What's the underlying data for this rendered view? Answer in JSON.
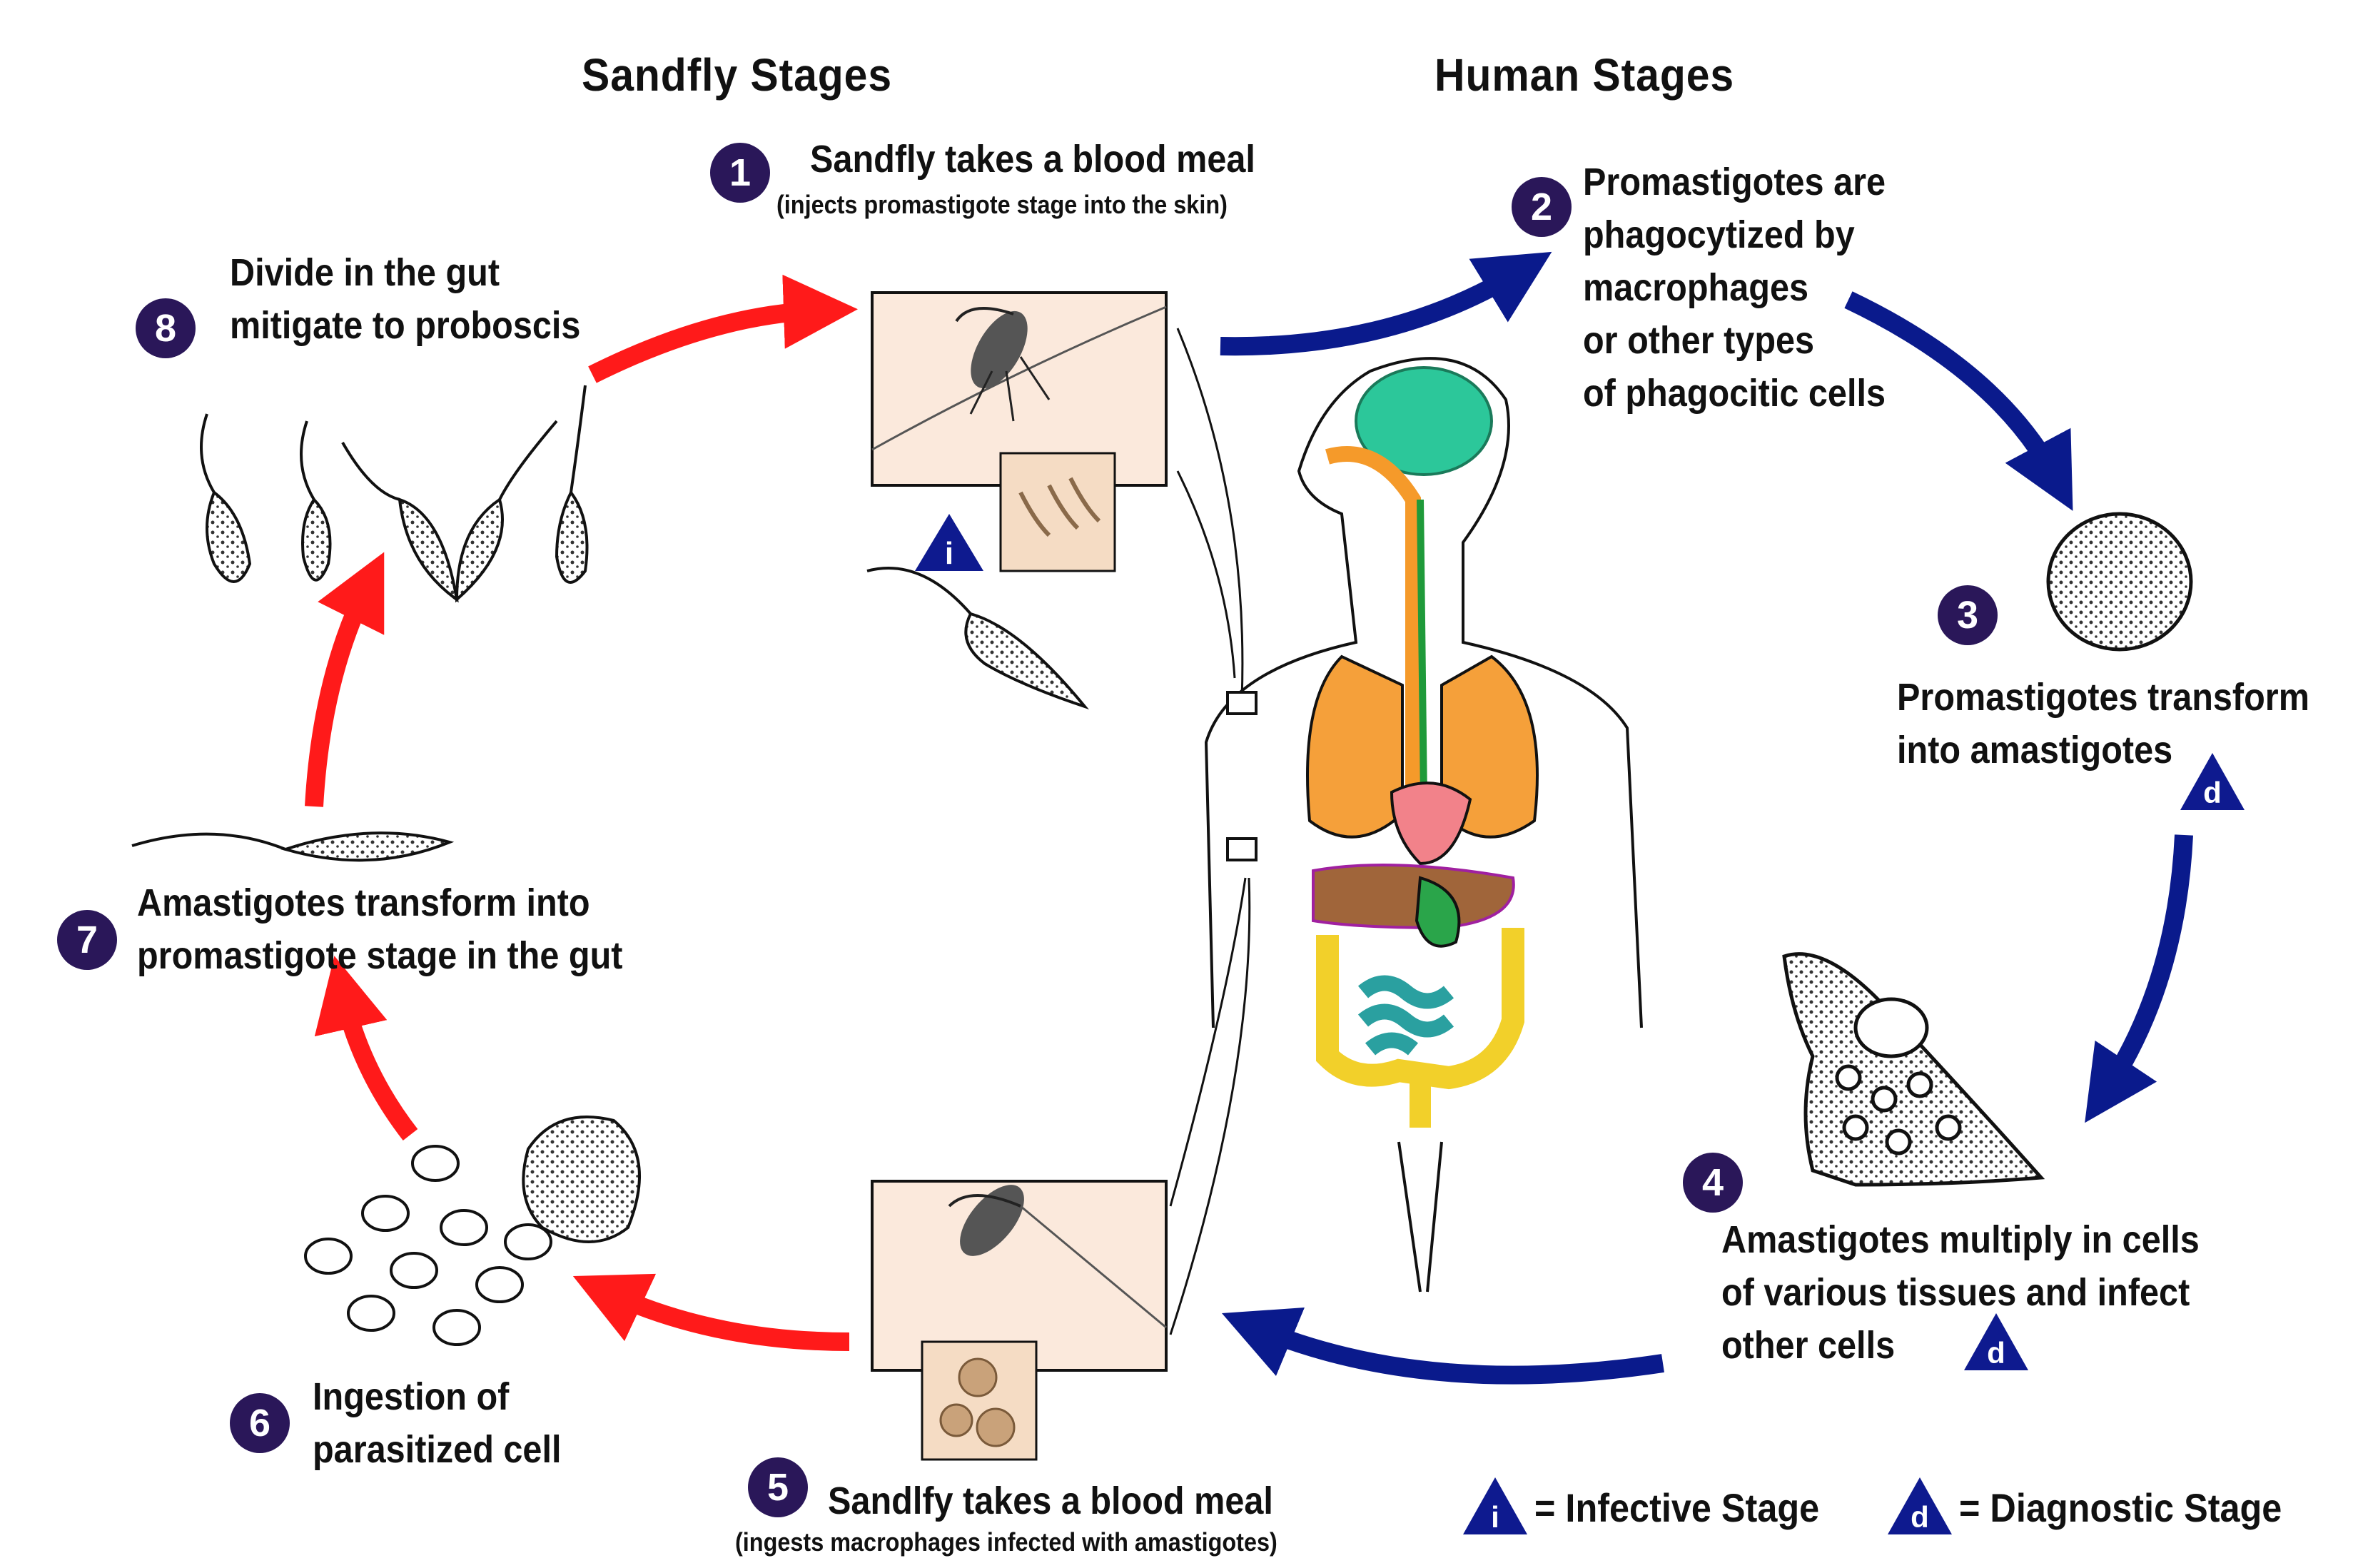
{
  "headers": {
    "sandfly": "Sandfly Stages",
    "human": "Human Stages"
  },
  "steps": [
    {
      "num": "1",
      "text": "Sandfly takes a blood meal",
      "sub": "(injects promastigote stage into the skin)"
    },
    {
      "num": "2",
      "lines": [
        "Promastigotes are",
        "phagocytized by",
        "macrophages",
        "or other types",
        "of phagocitic cells"
      ]
    },
    {
      "num": "3",
      "lines": [
        "Promastigotes transform",
        "into amastigotes"
      ]
    },
    {
      "num": "4",
      "lines": [
        "Amastigotes multiply in cells",
        "of various tissues and infect",
        "other cells"
      ]
    },
    {
      "num": "5",
      "text": "Sandlfy takes a blood meal",
      "sub": "(ingests macrophages infected with amastigotes)"
    },
    {
      "num": "6",
      "lines": [
        "Ingestion of",
        "parasitized cell"
      ]
    },
    {
      "num": "7",
      "lines": [
        "Amastigotes transform into",
        "promastigote stage in the gut"
      ]
    },
    {
      "num": "8",
      "lines": [
        "Divide in the gut",
        "mitigate to proboscis"
      ]
    }
  ],
  "legend": {
    "infective_symbol": "i",
    "infective_label": "= Infective Stage",
    "diagnostic_symbol": "d",
    "diagnostic_label": "= Diagnostic Stage"
  },
  "colors": {
    "red_arrow": "#ff1a1a",
    "blue_arrow": "#0a1a8c",
    "badge": "#2a1759",
    "marker": "#0e1a8f"
  }
}
